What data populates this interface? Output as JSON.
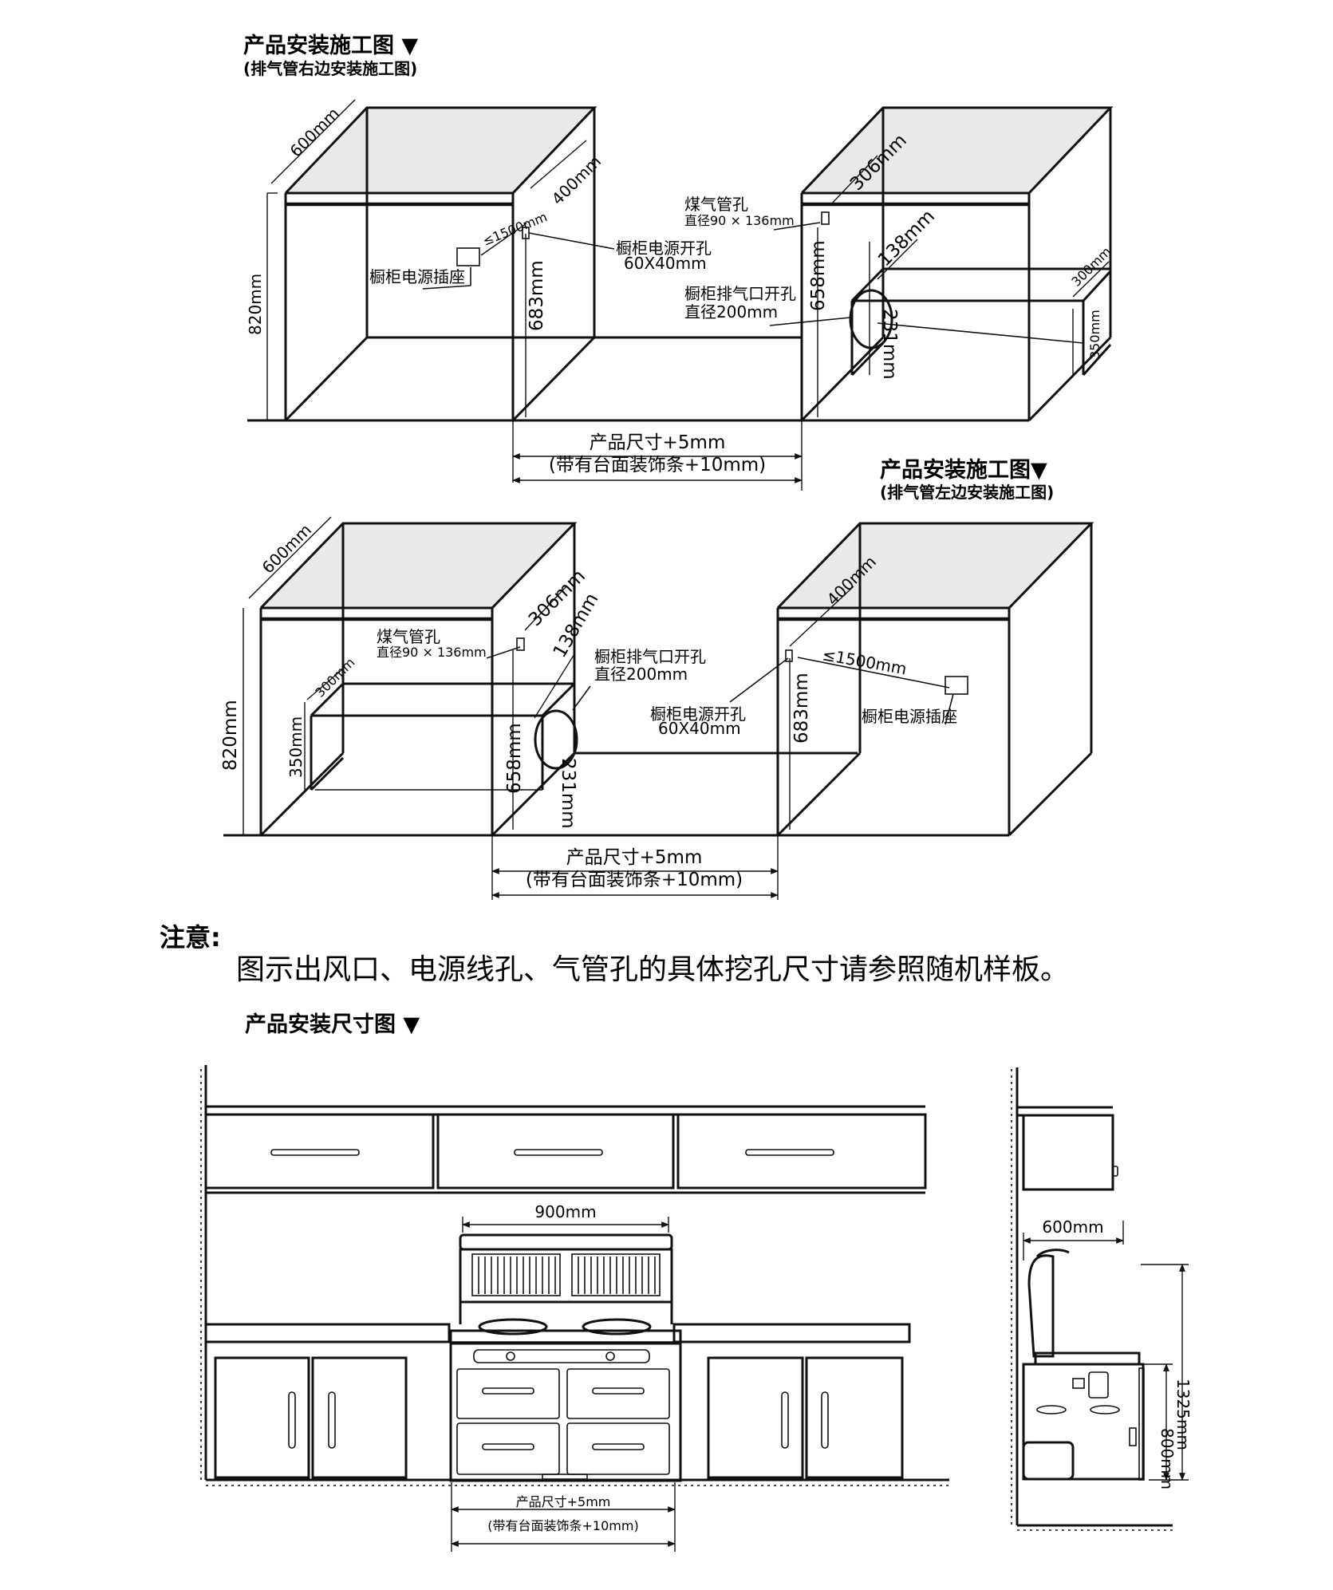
{
  "section1": {
    "title": "产品安装施工图 ▼",
    "subtitle": "(排气管右边安装施工图)",
    "dims": {
      "depth": "600mm",
      "height": "820mm",
      "power_hole_height": "400mm",
      "socket_distance": "≤1500mm",
      "power_hole_vertical": "683mm",
      "gas_hole_height": "306mm",
      "gas_hole_vertical": "658mm",
      "exhaust_offset": "138mm",
      "exhaust_diameter": "231mm",
      "shelf_depth": "300mm",
      "shelf_height": "350mm"
    },
    "labels": {
      "gas_hole": "煤气管孔",
      "gas_hole_size": "直径90 × 136mm",
      "power_hole": "橱柜电源开孔",
      "power_hole_size": "60X40mm",
      "socket": "橱柜电源插座",
      "exhaust_hole": "橱柜排气口开孔",
      "exhaust_hole_size": "直径200mm"
    },
    "product_size": "产品尺寸+5mm",
    "product_size_note": "(带有台面装饰条+10mm)"
  },
  "section2": {
    "title": "产品安装施工图▼",
    "subtitle": "(排气管左边安装施工图)",
    "dims": {
      "depth": "600mm",
      "height": "820mm",
      "gas_hole_height": "306mm",
      "exhaust_offset": "138mm",
      "shelf_depth": "300mm",
      "shelf_height": "350mm",
      "gas_hole_vertical": "658mm",
      "exhaust_diameter": "231mm",
      "power_hole_height": "400mm",
      "socket_distance": "≤1500mm",
      "power_hole_vertical": "683mm"
    },
    "labels": {
      "gas_hole": "煤气管孔",
      "gas_hole_size": "直径90 × 136mm",
      "exhaust_hole": "橱柜排气口开孔",
      "exhaust_hole_size": "直径200mm",
      "power_hole": "橱柜电源开孔",
      "power_hole_size": "60X40mm",
      "socket": "橱柜电源插座"
    },
    "product_size": "产品尺寸+5mm",
    "product_size_note": "(带有台面装饰条+10mm)"
  },
  "note": {
    "heading": "注意:",
    "text": "图示出风口、电源线孔、气管孔的具体挖孔尺寸请参照随机样板。"
  },
  "section3": {
    "title": "产品安装尺寸图 ▼",
    "width_dim": "900mm",
    "depth_dim": "600mm",
    "total_height": "1325mm",
    "counter_height": "800mm",
    "product_size": "产品尺寸+5mm",
    "product_size_note": "(带有台面装饰条+10mm)"
  }
}
